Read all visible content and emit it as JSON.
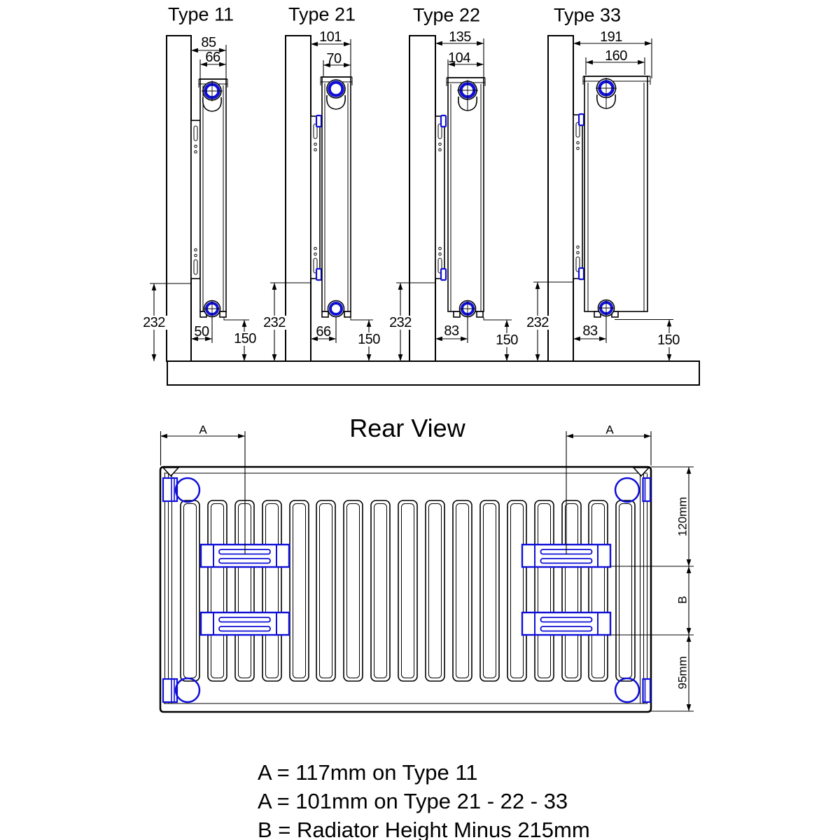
{
  "side_views": [
    {
      "title": "Type 11",
      "depth_total": "85",
      "depth_panel": "66",
      "bracket_height": "232",
      "pipe_offset": "50",
      "pipe_height": "150"
    },
    {
      "title": "Type 21",
      "depth_total": "101",
      "depth_panel": "70",
      "bracket_height": "232",
      "pipe_offset": "66",
      "pipe_height": "150"
    },
    {
      "title": "Type 22",
      "depth_total": "135",
      "depth_panel": "104",
      "bracket_height": "232",
      "pipe_offset": "83",
      "pipe_height": "150"
    },
    {
      "title": "Type 33",
      "depth_total": "191",
      "depth_panel": "160",
      "bracket_height": "232",
      "pipe_offset": "83",
      "pipe_height": "150"
    }
  ],
  "rear_view": {
    "title": "Rear View",
    "bracket_dim_left": "A",
    "bracket_dim_right": "A",
    "top_fixing": "120mm",
    "between_fixings": "B",
    "bottom_fixing": "95mm"
  },
  "notes": {
    "a_type11": "A = 117mm on Type 11",
    "a_others": "A = 101mm on Type 21 - 22 - 33",
    "b_formula": "B = Radiator Height Minus 215mm"
  },
  "colors": {
    "line": "#000000",
    "accent": "#0f0fd8"
  }
}
